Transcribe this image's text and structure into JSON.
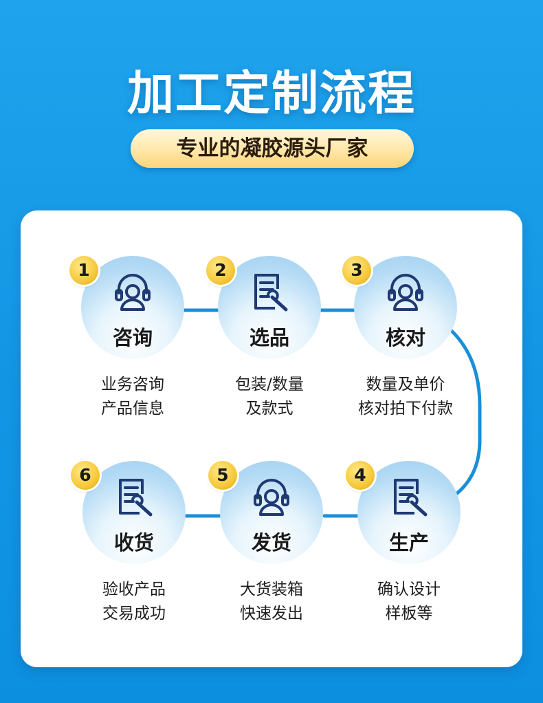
{
  "header": {
    "title": "加工定制流程",
    "subtitle": "专业的凝胶源头厂家"
  },
  "colors": {
    "background": "#1296e4",
    "connector": "#1a8fd8",
    "icon": "#1f3a73",
    "badge": "#f6c93a"
  },
  "steps": [
    {
      "number": "1",
      "label": "咨询",
      "icon": "headset-icon",
      "desc_line1": "业务咨询",
      "desc_line2": "产品信息"
    },
    {
      "number": "2",
      "label": "选品",
      "icon": "document-wrench-icon",
      "desc_line1": "包装/数量",
      "desc_line2": "及款式"
    },
    {
      "number": "3",
      "label": "核对",
      "icon": "headset-icon",
      "desc_line1": "数量及单价",
      "desc_line2": "核对拍下付款"
    },
    {
      "number": "4",
      "label": "生产",
      "icon": "document-wrench-icon",
      "desc_line1": "确认设计",
      "desc_line2": "样板等"
    },
    {
      "number": "5",
      "label": "发货",
      "icon": "headset-icon",
      "desc_line1": "大货装箱",
      "desc_line2": "快速发出"
    },
    {
      "number": "6",
      "label": "收货",
      "icon": "document-wrench-icon",
      "desc_line1": "验收产品",
      "desc_line2": "交易成功"
    }
  ]
}
